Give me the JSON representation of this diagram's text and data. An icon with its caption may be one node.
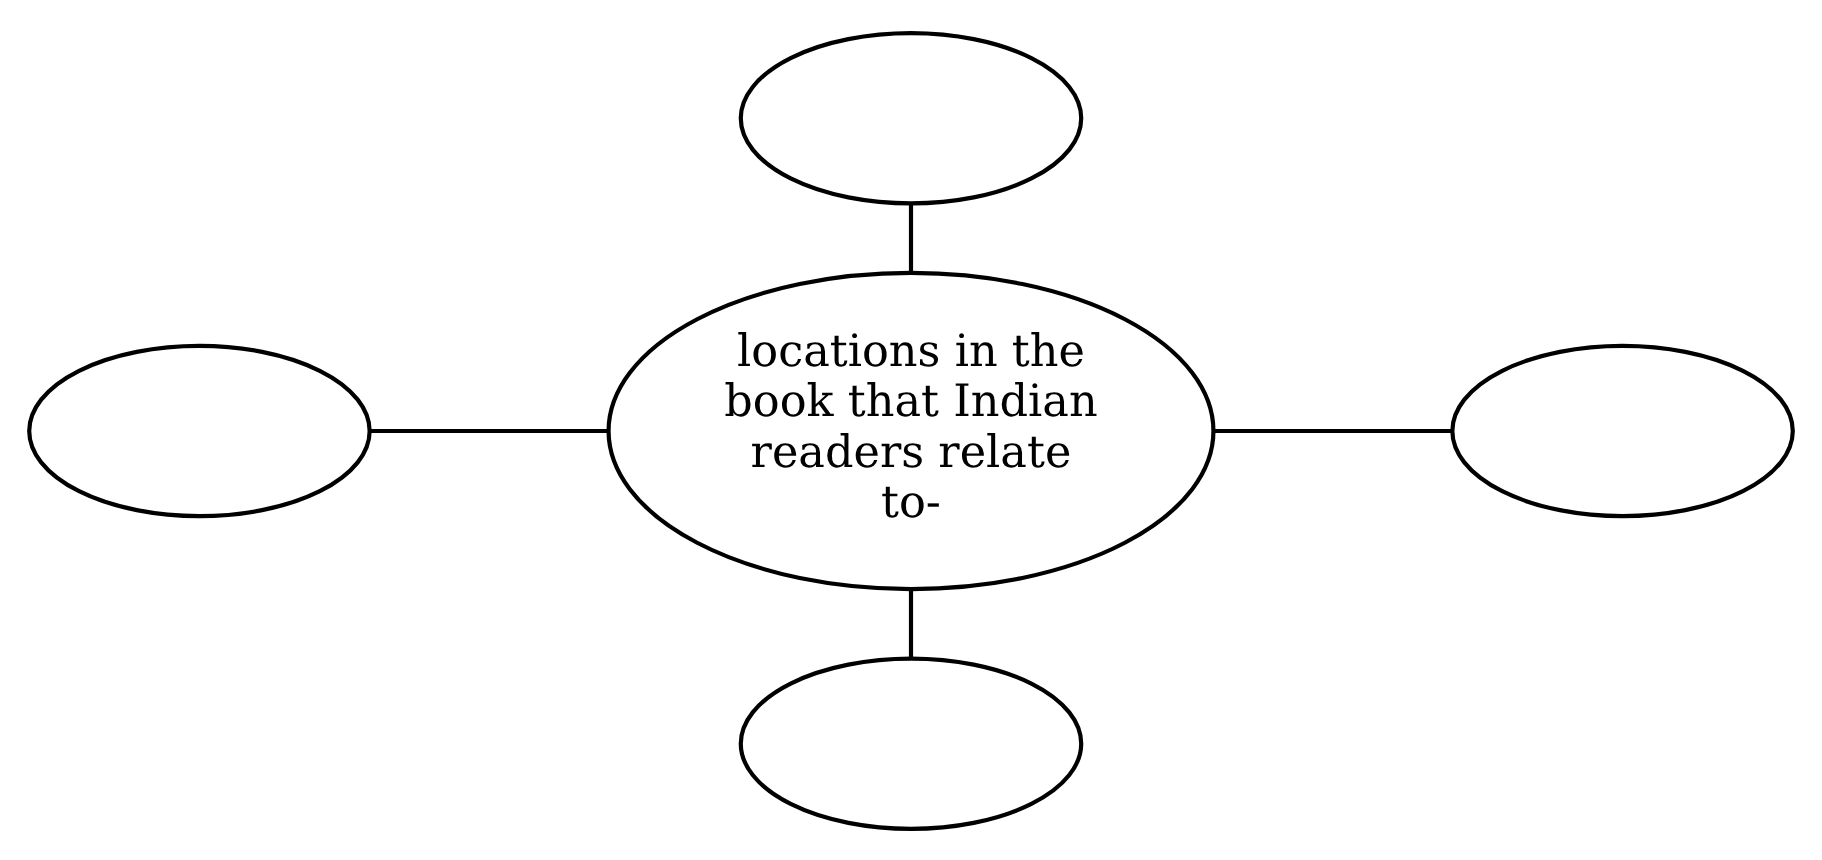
{
  "diagram": {
    "nodes": [
      {
        "text": [],
        "shape": "ellipse"
      },
      {
        "text": [],
        "shape": "ellipse"
      },
      {
        "text": [
          "locations in the book that Indian readers relate to-"
        ]
      },
      {
        "text": [],
        "shape": "ellipse"
      },
      {
        "text": [],
        "shape": "ellipse"
      }
    ],
    "edges": [
      {
        "from": 0,
        "to": 2,
        "arrow": "none"
      },
      {
        "from": 1,
        "to": 2,
        "arrow": "none"
      },
      {
        "from": 2,
        "to": 3,
        "arrow": "none"
      },
      {
        "from": 2,
        "to": 4,
        "arrow": "none"
      }
    ]
  }
}
